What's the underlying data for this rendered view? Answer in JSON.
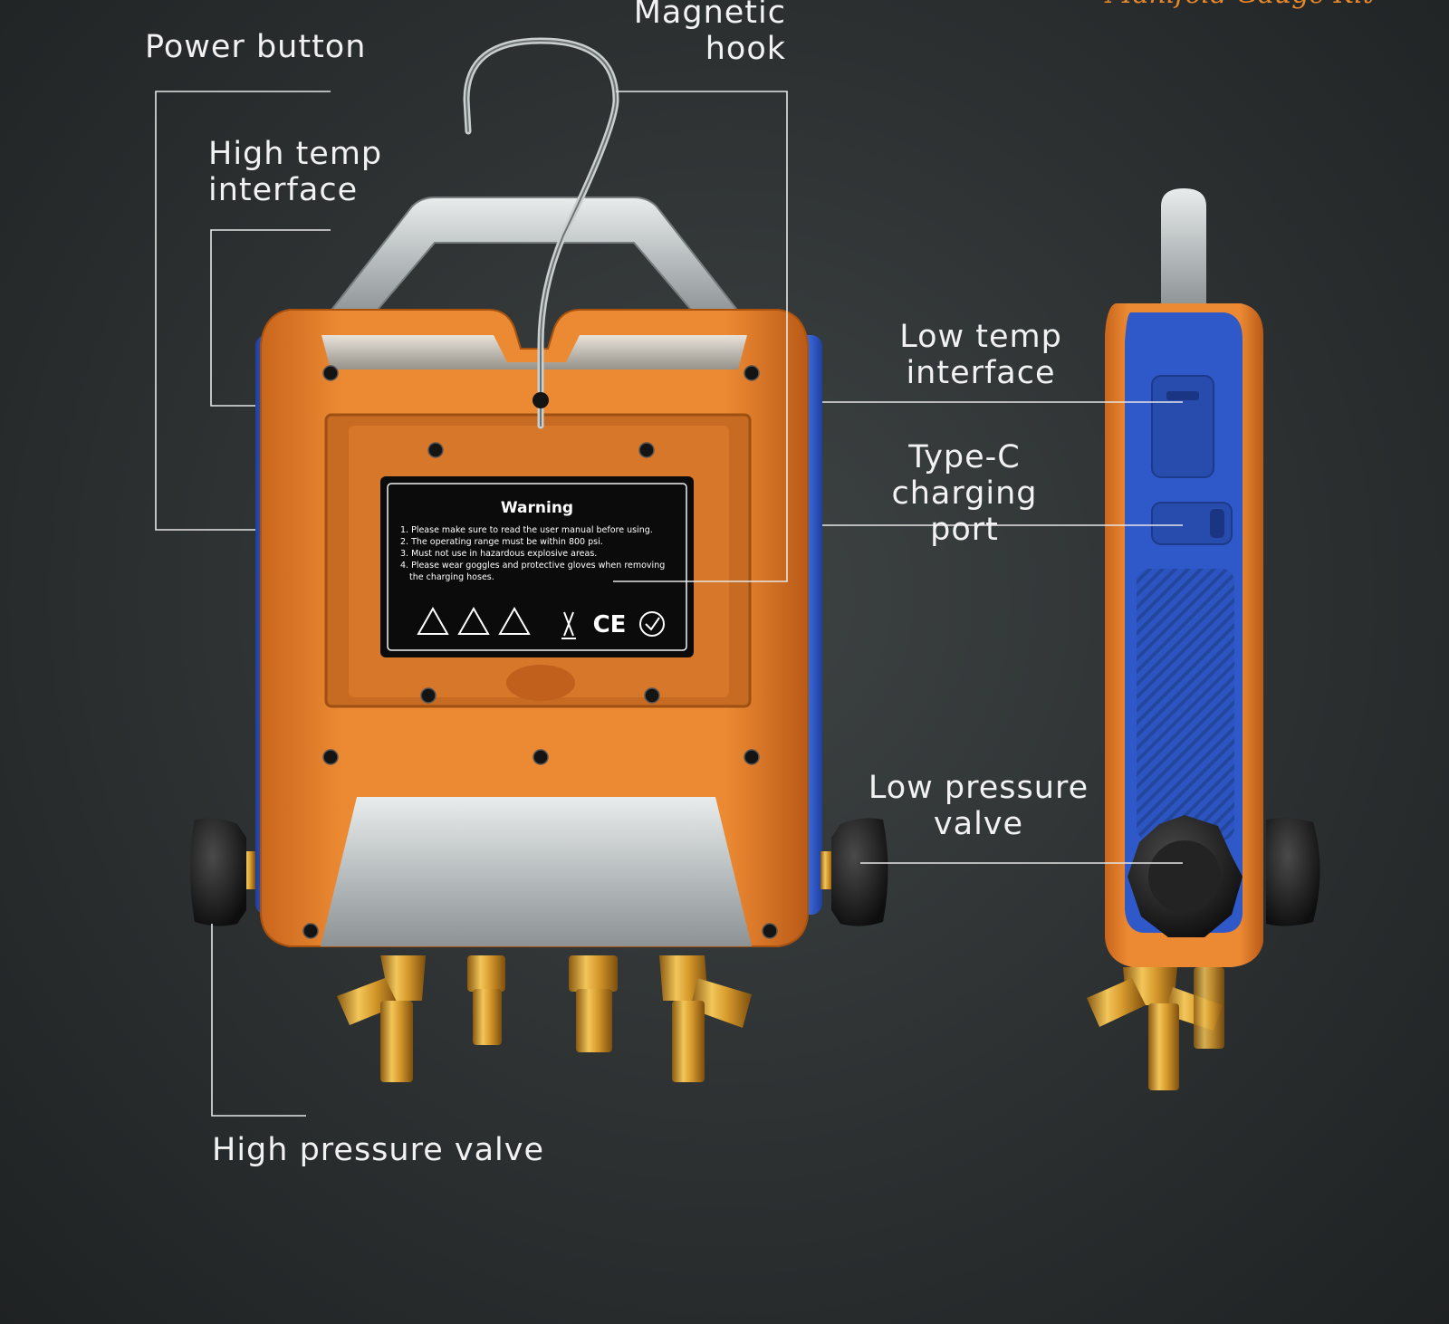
{
  "brand_text": "Manifold Gauge Kit",
  "labels": {
    "power_button": "Power button",
    "magnetic_hook": "Magnetic\nhook",
    "high_temp_interface": "High temp\ninterface",
    "low_temp_interface": "Low temp\ninterface",
    "type_c_port": "Type-C\ncharging port",
    "low_pressure_valve": "Low pressure\nvalve",
    "high_pressure_valve": "High pressure valve"
  },
  "warning_label": {
    "title": "Warning",
    "lines": [
      "1. Please make sure to read the user manual before using.",
      "2. The operating range must be within 800 psi.",
      "3. Must not use in hazardous explosive areas.",
      "4. Please wear goggles and protective gloves when removing",
      "the charging hoses."
    ],
    "marks": [
      "CE"
    ]
  },
  "colors": {
    "body_orange": "#e8892b",
    "side_blue": "#2f59c8",
    "brass": "#c8962e",
    "background": "#2c3031"
  }
}
